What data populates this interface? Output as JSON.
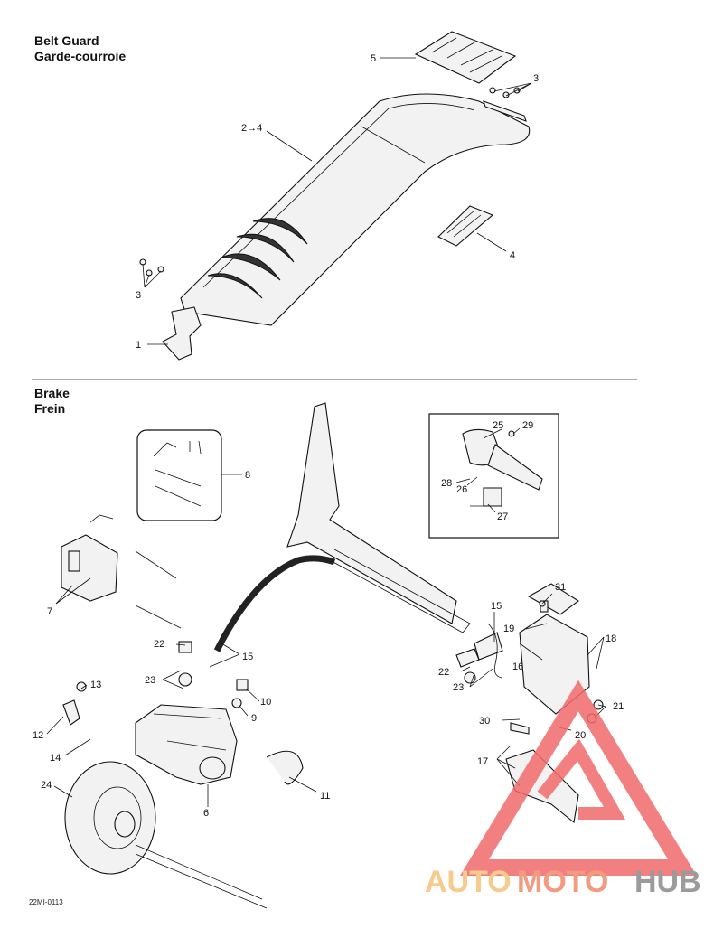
{
  "sections": {
    "belt_guard": {
      "title_en": "Belt Guard",
      "title_fr": "Garde-courroie"
    },
    "brake": {
      "title_en": "Brake",
      "title_fr": "Frein"
    }
  },
  "belt_guard_callouts": {
    "c1": "1",
    "c2to4": "2→4",
    "c3a": "3",
    "c3b": "3",
    "c4": "4",
    "c5": "5"
  },
  "brake_callouts": {
    "c6": "6",
    "c7": "7",
    "c8": "8",
    "c9": "9",
    "c10": "10",
    "c11": "11",
    "c12": "12",
    "c13": "13",
    "c14": "14",
    "c15a": "15",
    "c15b": "15",
    "c16": "16",
    "c17": "17",
    "c18": "18",
    "c19": "19",
    "c20": "20",
    "c21": "21",
    "c22a": "22",
    "c22b": "22",
    "c23a": "23",
    "c23b": "23",
    "c24": "24",
    "c25": "25",
    "c26": "26",
    "c27": "27",
    "c28": "28",
    "c29": "29",
    "c30": "30",
    "c31": "31"
  },
  "figure_code": "22MI-0113",
  "watermark": {
    "text_auto": "AUTO",
    "text_moto": "MOTO",
    "text_hub": "HUB",
    "color_auto": "#f5c27a",
    "color_moto": "#f08a6a",
    "color_hub": "#8a8a8a",
    "triangle_color": "#f26b6b"
  }
}
